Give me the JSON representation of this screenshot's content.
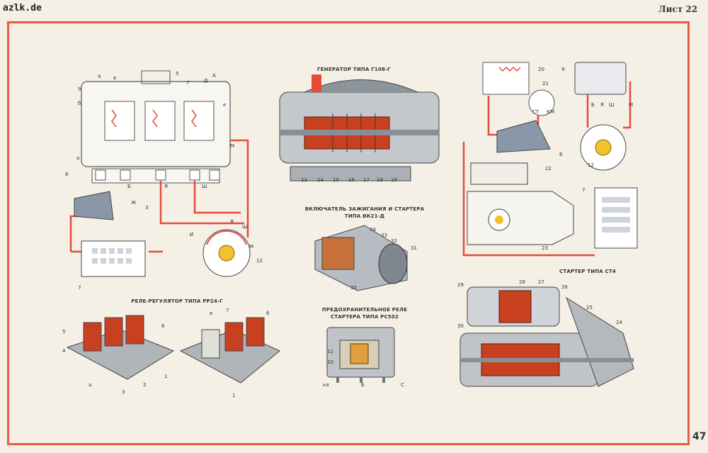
{
  "watermark": "azlk.de",
  "sheet_label": "Лист 22",
  "page_number": "47",
  "colors": {
    "frame": "#ea5a44",
    "wire": "#e84a3a",
    "coil": "#c8401f",
    "metal": "#9aa0a8",
    "body": "#b8bcc0",
    "yellow": "#f2c12e"
  },
  "captions": {
    "generator": "ГЕНЕРАТОР ТИПА Г108-Г",
    "switch_line1": "ВКЛЮЧАТЕЛЬ ЗАЖИГАНИЯ И СТАРТЕРА",
    "switch_line2": "ТИПА ВК21-Д",
    "relay_line1": "ПРЕДОХРАНИТЕЛЬНОЕ РЕЛЕ",
    "relay_line2": "СТАРТЕРА ТИПА РС502",
    "starter": "СТАРТЕР ТИПА СТ4",
    "regulator": "РЕЛЕ-РЕГУЛЯТОР ТИПА РР24-Г"
  },
  "callouts": {
    "regulator_scheme": [
      "4",
      "в",
      "5",
      "Г",
      "Д",
      "д",
      "9",
      "б",
      "е",
      "а",
      "М",
      "Б",
      "Я",
      "Ш",
      "Ж",
      "З",
      "8",
      "7",
      "И",
      "Я",
      "Ш",
      "М",
      "12"
    ],
    "generator": [
      "13",
      "14",
      "15",
      "16",
      "17",
      "18",
      "19"
    ],
    "switch": [
      "34",
      "33",
      "32",
      "31",
      "35"
    ],
    "relay": [
      "11",
      "10",
      "кя",
      "Б",
      "С"
    ],
    "starter_scheme": [
      "20",
      "21",
      "9",
      "Б",
      "Я",
      "Ш",
      "М",
      "СТ",
      "КМ",
      "8",
      "12",
      "22",
      "7",
      "23"
    ],
    "starter": [
      "29",
      "28",
      "27",
      "26",
      "25",
      "24",
      "30"
    ],
    "regulator_views": [
      "5",
      "4",
      "а",
      "3",
      "2",
      "1",
      "6",
      "в",
      "Г",
      "б",
      "1"
    ]
  }
}
